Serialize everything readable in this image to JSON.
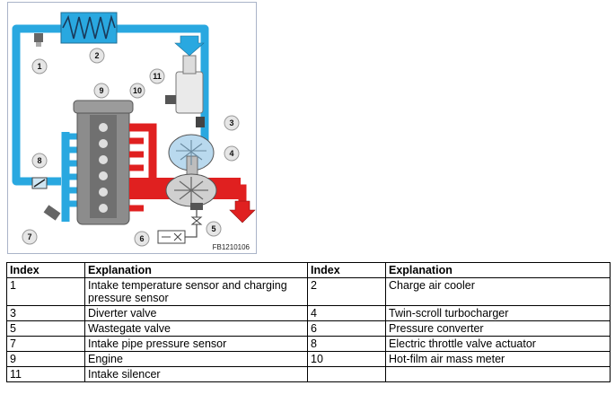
{
  "figure": {
    "code": "FB1210106",
    "callouts": [
      "1",
      "2",
      "3",
      "4",
      "5",
      "6",
      "7",
      "8",
      "9",
      "10",
      "11"
    ],
    "colors": {
      "cold_air": "#29a8e0",
      "hot_exhaust": "#e02020",
      "engine": "#8c8c8c",
      "frame": "#aab4c8"
    }
  },
  "legend": {
    "headers": [
      "Index",
      "Explanation",
      "Index",
      "Explanation"
    ],
    "rows": [
      [
        "1",
        "Intake temperature sensor and charging pressure sensor",
        "2",
        "Charge air cooler"
      ],
      [
        "3",
        "Diverter valve",
        "4",
        "Twin-scroll turbocharger"
      ],
      [
        "5",
        "Wastegate valve",
        "6",
        "Pressure converter"
      ],
      [
        "7",
        "Intake pipe pressure sensor",
        "8",
        "Electric throttle valve actuator"
      ],
      [
        "9",
        "Engine",
        "10",
        "Hot-film air mass meter"
      ],
      [
        "11",
        "Intake silencer",
        "",
        ""
      ]
    ]
  }
}
